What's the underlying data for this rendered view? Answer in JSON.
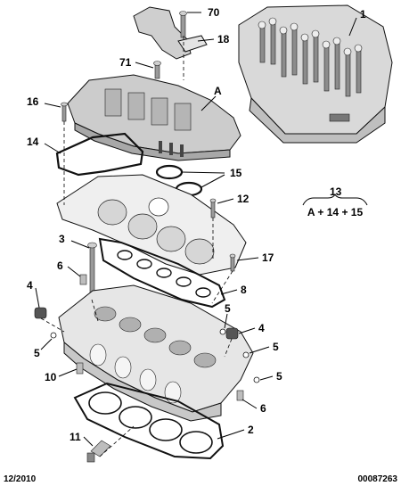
{
  "callouts": {
    "c70": "70",
    "c1": "1",
    "c18": "18",
    "c71": "71",
    "cA": "A",
    "c16": "16",
    "c14": "14",
    "c15": "15",
    "c12": "12",
    "c13": "13",
    "c3": "3",
    "c17": "17",
    "c6a": "6",
    "c8": "8",
    "c4a": "4",
    "c5a": "5",
    "c4b": "4",
    "c5b": "5",
    "c5c": "5",
    "c5d": "5",
    "c10": "10",
    "c6b": "6",
    "c11": "11",
    "c2": "2"
  },
  "kit_formula": "A + 14 + 15",
  "footer": {
    "date": "12/2010",
    "reference": "00087263"
  }
}
